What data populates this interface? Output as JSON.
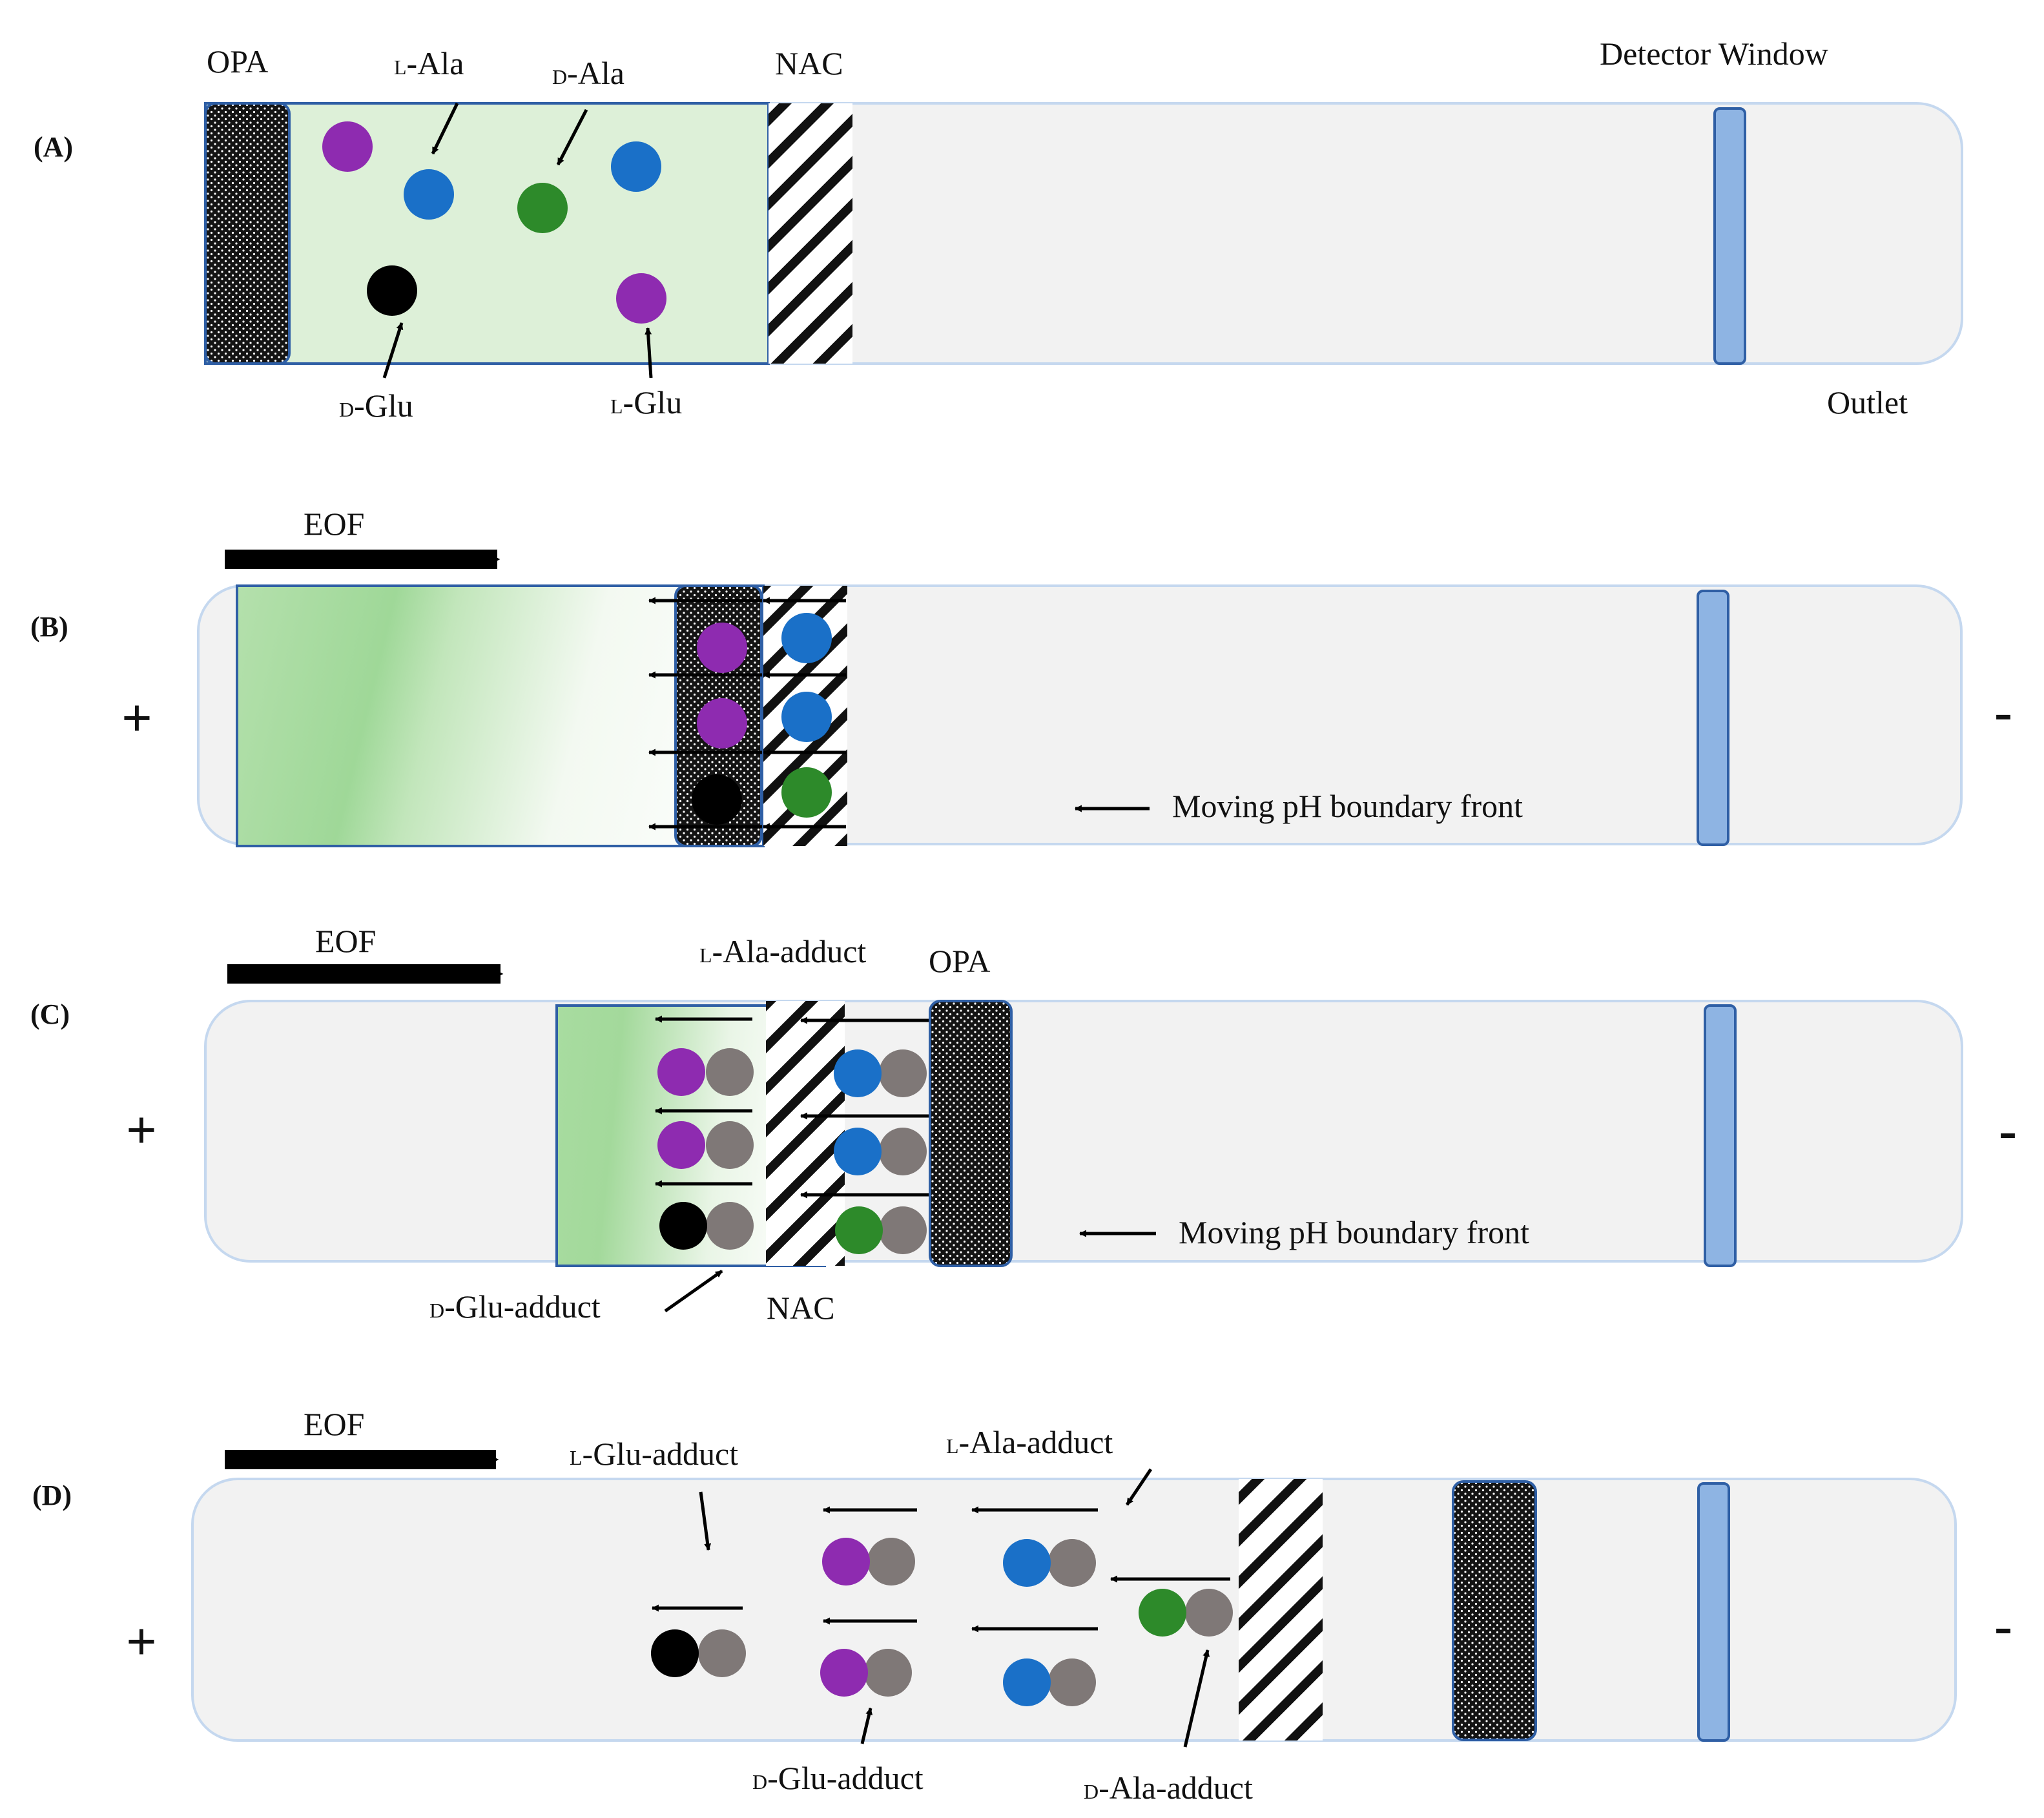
{
  "panels": [
    {
      "id": "A",
      "label": "(A)"
    },
    {
      "id": "B",
      "label": "(B)"
    },
    {
      "id": "C",
      "label": "(C)"
    },
    {
      "id": "D",
      "label": "(D)"
    }
  ],
  "labels": {
    "opa": "OPA",
    "nac": "NAC",
    "detector_window": "Detector Window",
    "outlet": "Outlet",
    "eof": "EOF",
    "moving_front": "Moving pH boundary front",
    "plus": "+",
    "minus": "-"
  },
  "species": {
    "l_ala": {
      "prefix": "L",
      "name": "-Ala"
    },
    "d_ala": {
      "prefix": "D",
      "name": "-Ala"
    },
    "d_glu": {
      "prefix": "D",
      "name": "-Glu"
    },
    "l_glu": {
      "prefix": "L",
      "name": "-Glu"
    },
    "l_ala_adduct": {
      "prefix": "L",
      "name": "-Ala-adduct"
    },
    "d_glu_adduct": {
      "prefix": "D",
      "name": "-Glu-adduct"
    },
    "l_glu_adduct": {
      "prefix": "L",
      "name": "-Glu-adduct"
    },
    "d_ala_adduct": {
      "prefix": "D",
      "name": "-Ala-adduct"
    }
  },
  "colors": {
    "capillary": "#f2f2f2",
    "capillary_edge": "#c5d8ef",
    "sample_zone": "#ddf0d8",
    "green_gradient": "#9fd898",
    "detector": "#8eb4e3",
    "detector_edge": "#2f5fa5",
    "purple": "#8e2bb0",
    "blue": "#1a70c8",
    "green": "#2d8a2a",
    "black": "#000000",
    "gray": "#7f7877"
  }
}
